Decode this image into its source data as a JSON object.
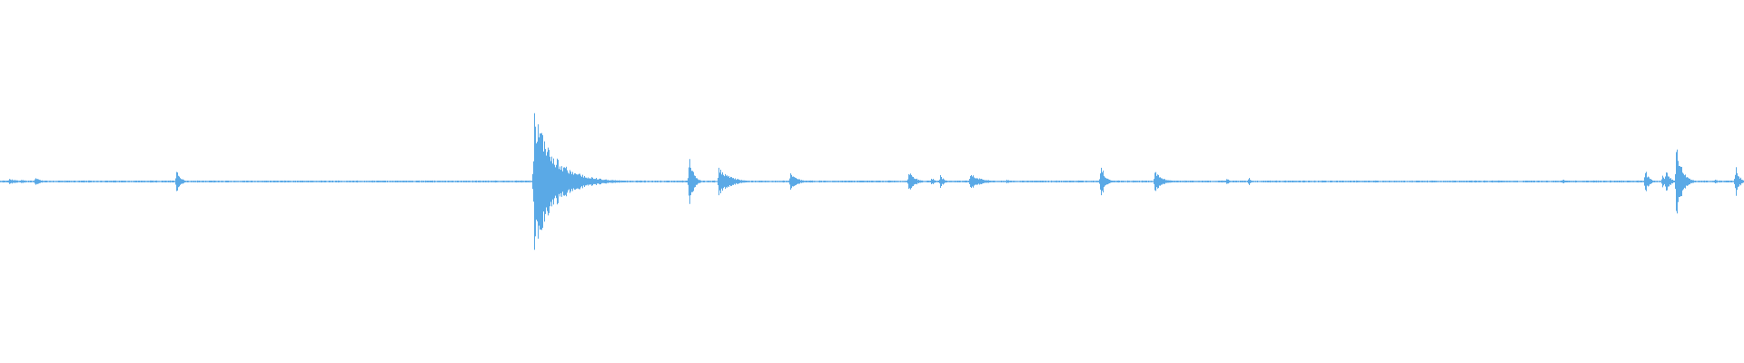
{
  "waveform": {
    "color": "#5aa9e6",
    "background": "#ffffff",
    "baseline": 0,
    "amplitude_range": [
      -1,
      1
    ],
    "events": [
      {
        "t": 0.005,
        "amp": 0.04,
        "decay": 0.006
      },
      {
        "t": 0.012,
        "amp": 0.03,
        "decay": 0.004
      },
      {
        "t": 0.02,
        "amp": 0.06,
        "decay": 0.003
      },
      {
        "t": 0.101,
        "amp": 0.22,
        "decay": 0.002
      },
      {
        "t": 0.306,
        "amp": 1.0,
        "decay": 0.012
      },
      {
        "t": 0.395,
        "amp": 0.52,
        "decay": 0.002
      },
      {
        "t": 0.412,
        "amp": 0.22,
        "decay": 0.006
      },
      {
        "t": 0.453,
        "amp": 0.12,
        "decay": 0.004
      },
      {
        "t": 0.521,
        "amp": 0.18,
        "decay": 0.003
      },
      {
        "t": 0.534,
        "amp": 0.06,
        "decay": 0.002
      },
      {
        "t": 0.539,
        "amp": 0.1,
        "decay": 0.002
      },
      {
        "t": 0.556,
        "amp": 0.12,
        "decay": 0.006
      },
      {
        "t": 0.577,
        "amp": 0.03,
        "decay": 0.003
      },
      {
        "t": 0.631,
        "amp": 0.34,
        "decay": 0.002
      },
      {
        "t": 0.662,
        "amp": 0.16,
        "decay": 0.004
      },
      {
        "t": 0.703,
        "amp": 0.05,
        "decay": 0.002
      },
      {
        "t": 0.716,
        "amp": 0.08,
        "decay": 0.001
      },
      {
        "t": 0.896,
        "amp": 0.03,
        "decay": 0.003
      },
      {
        "t": 0.943,
        "amp": 0.2,
        "decay": 0.002
      },
      {
        "t": 0.953,
        "amp": 0.1,
        "decay": 0.002
      },
      {
        "t": 0.955,
        "amp": 0.22,
        "decay": 0.002
      },
      {
        "t": 0.961,
        "amp": 0.58,
        "decay": 0.003
      },
      {
        "t": 0.965,
        "amp": 0.1,
        "decay": 0.002
      },
      {
        "t": 0.983,
        "amp": 0.04,
        "decay": 0.002
      },
      {
        "t": 0.995,
        "amp": 0.24,
        "decay": 0.002
      }
    ]
  }
}
